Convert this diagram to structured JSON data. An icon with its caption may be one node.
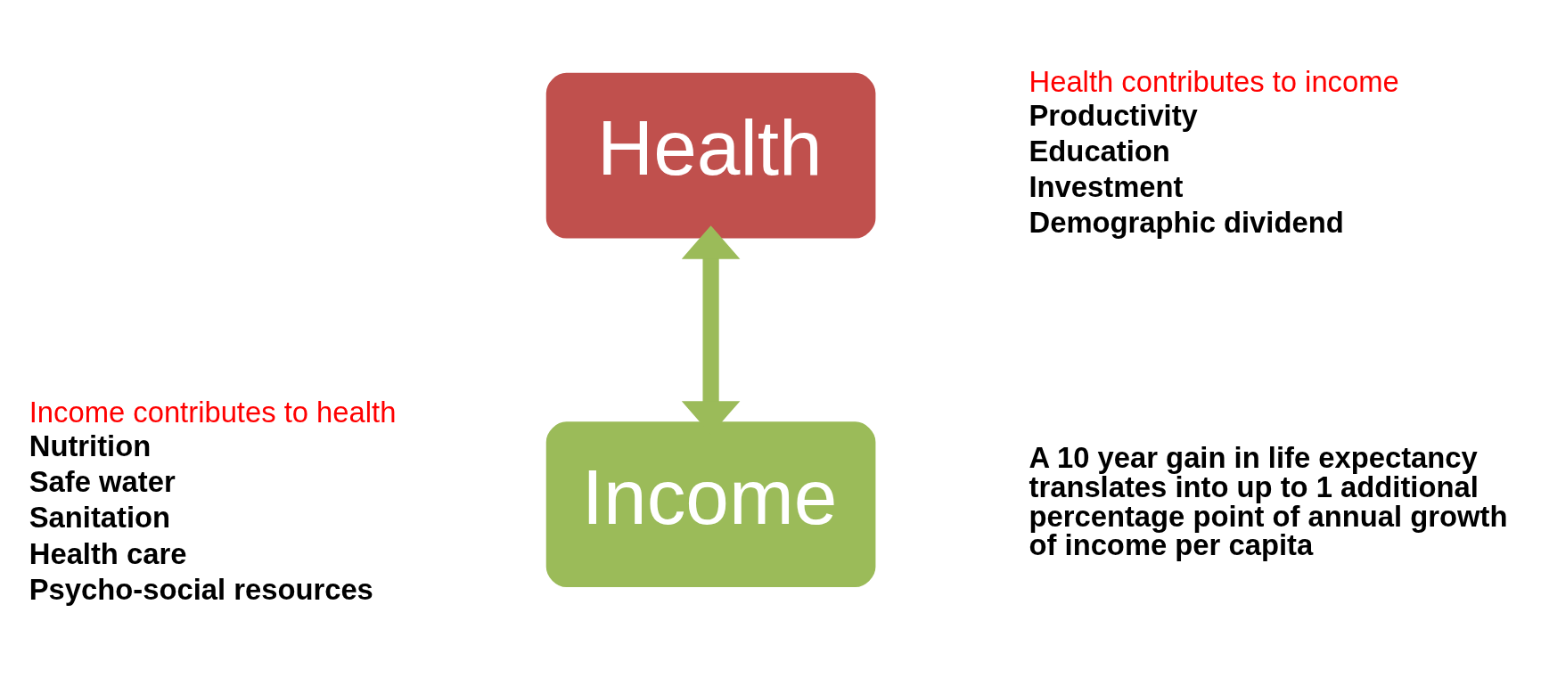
{
  "diagram": {
    "nodes": [
      {
        "text": [
          "Health"
        ]
      },
      {
        "text": [
          "Income"
        ]
      }
    ],
    "edges": [
      {
        "from": 0,
        "to": 1,
        "arrow": "both"
      }
    ],
    "labels": [
      "Health contributes to income",
      "Productivity",
      "Education",
      "Investment",
      "Demographic dividend",
      "Income contributes to health",
      "Nutrition",
      "Safe water",
      "Sanitation",
      "Health care",
      "Psycho-social resources",
      "A 10 year gain in life expectancy translates into up to 1 additional percentage point of annual growth of income per capita"
    ]
  }
}
